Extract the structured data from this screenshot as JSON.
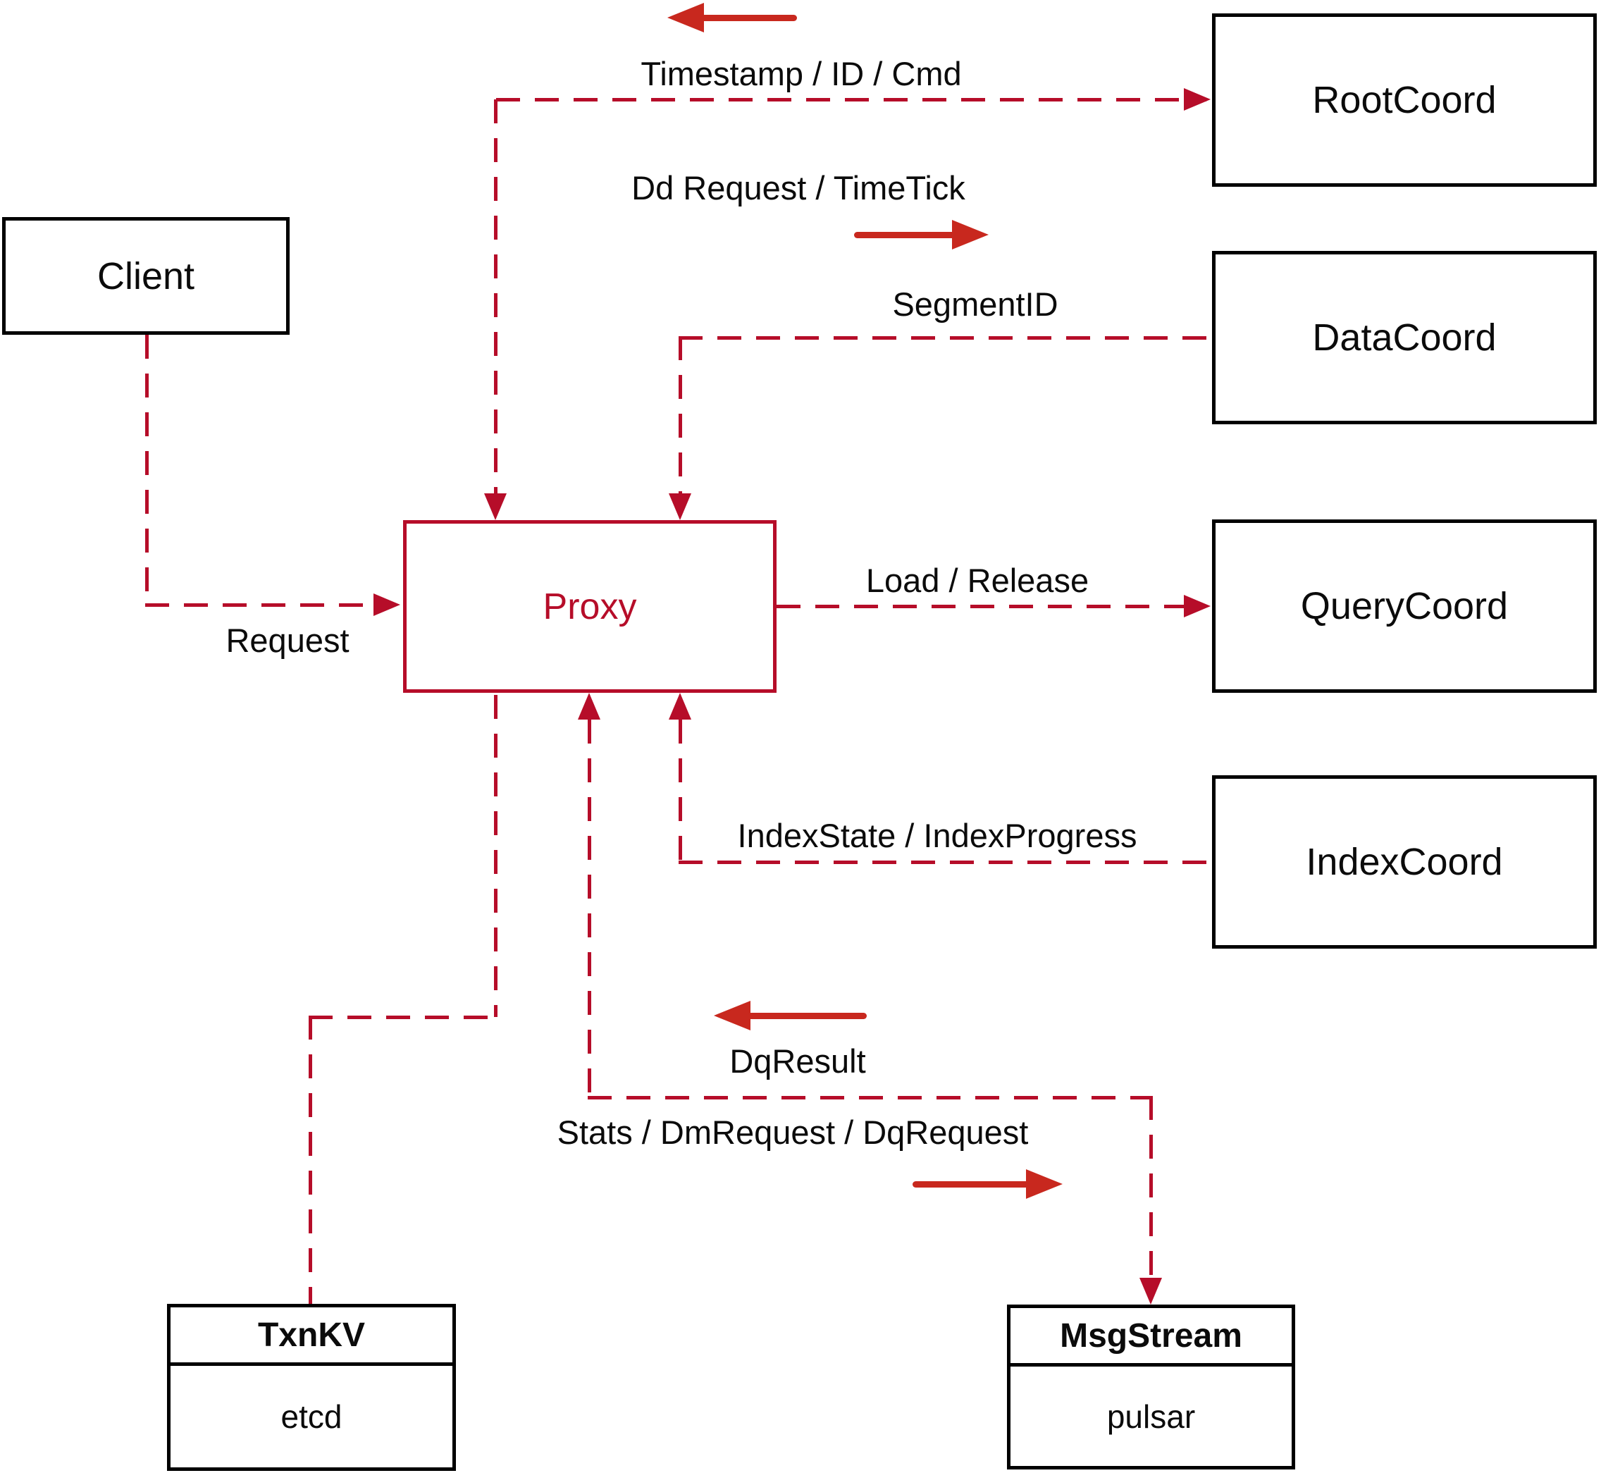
{
  "nodes": {
    "client": {
      "label": "Client"
    },
    "rootcoord": {
      "label": "RootCoord"
    },
    "datacoord": {
      "label": "DataCoord"
    },
    "querycoord": {
      "label": "QueryCoord"
    },
    "indexcoord": {
      "label": "IndexCoord"
    },
    "proxy": {
      "label": "Proxy"
    },
    "txnkv": {
      "title": "TxnKV",
      "impl": "etcd"
    },
    "msgstream": {
      "title": "MsgStream",
      "impl": "pulsar"
    }
  },
  "edges": {
    "proxy_rootcoord": {
      "label_up": "Timestamp / ID / Cmd",
      "label_down": "Dd Request / TimeTick"
    },
    "datacoord_proxy": {
      "label": "SegmentID"
    },
    "proxy_querycoord": {
      "label": "Load / Release"
    },
    "client_proxy": {
      "label": "Request"
    },
    "indexcoord_proxy": {
      "label": "IndexState / IndexProgress"
    },
    "proxy_msgstream": {
      "label_result": "DqResult",
      "label_request": "Stats / DmRequest / DqRequest"
    }
  },
  "colors": {
    "dashed_line": "#b60d29",
    "solid_arrow": "#c8281e",
    "node_border": "#000000",
    "proxy_accent": "#b60d29",
    "label_text": "#0b0b0b"
  }
}
